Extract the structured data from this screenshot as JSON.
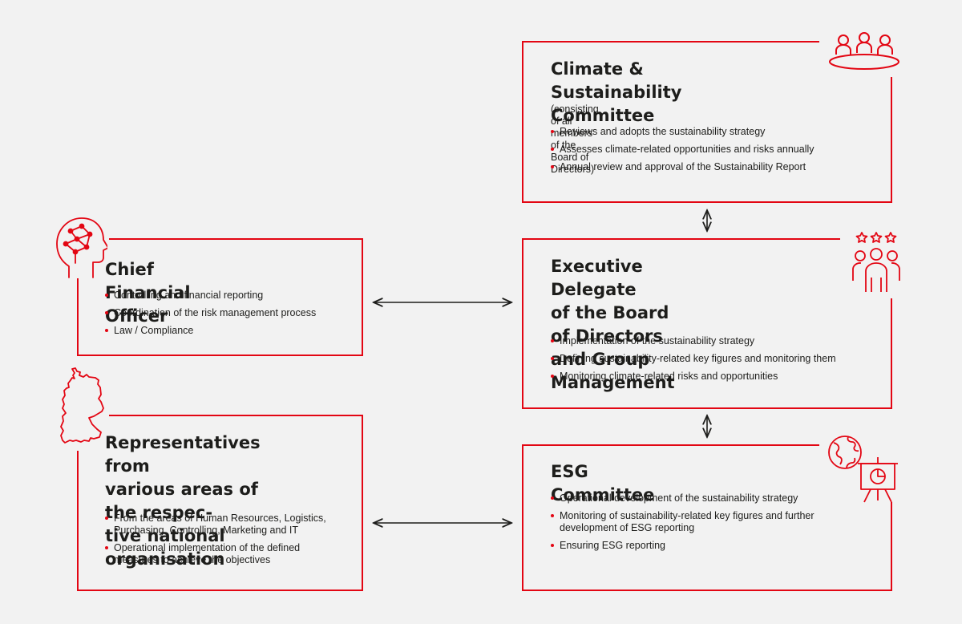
{
  "accent_color": "#e30613",
  "climate": {
    "title_line1": "Climate & Sustainability",
    "title_line2": "Committee",
    "subtitle": "(consisting of all members of the Board of Directors)",
    "bullets": [
      "Reviews and adopts the sustainability strategy",
      "Assesses climate-related opportunities and risks annually",
      "Annual review and approval of the Sustainability Report"
    ],
    "icon": "board-table-icon"
  },
  "executive": {
    "title_line1": "Executive Delegate",
    "title_line2": "of the Board of Directors",
    "title_line3": "and Group Management",
    "bullets": [
      "Implementation of the sustainability strategy",
      "Defining sustainability-related key figures and monitoring them",
      "Monitoring climate-related risks and opportunities"
    ],
    "icon": "team-stars-icon"
  },
  "esg": {
    "title": "ESG Committee",
    "bullets": [
      "Operational development of the sustainability strategy",
      "Monitoring of sustainability-related key figures and further development of ESG reporting",
      "Ensuring ESG reporting"
    ],
    "icon": "globe-presentation-icon"
  },
  "cfo": {
    "title": "Chief Financial Officer",
    "bullets": [
      "Controlling and financial reporting",
      "Coordination of the risk management process",
      "Law / Compliance"
    ],
    "icon": "head-network-icon"
  },
  "representatives": {
    "title_line1": "Representatives from",
    "title_line2": "various areas of the respec-",
    "title_line3": "tive national organisation",
    "bullets": [
      "From the areas of Human Resources, Logistics, Purchasing, Controlling, Marketing and IT",
      "Operational implementation of the defined measures to achieve the objectives"
    ],
    "icon": "germany-map-icon"
  }
}
